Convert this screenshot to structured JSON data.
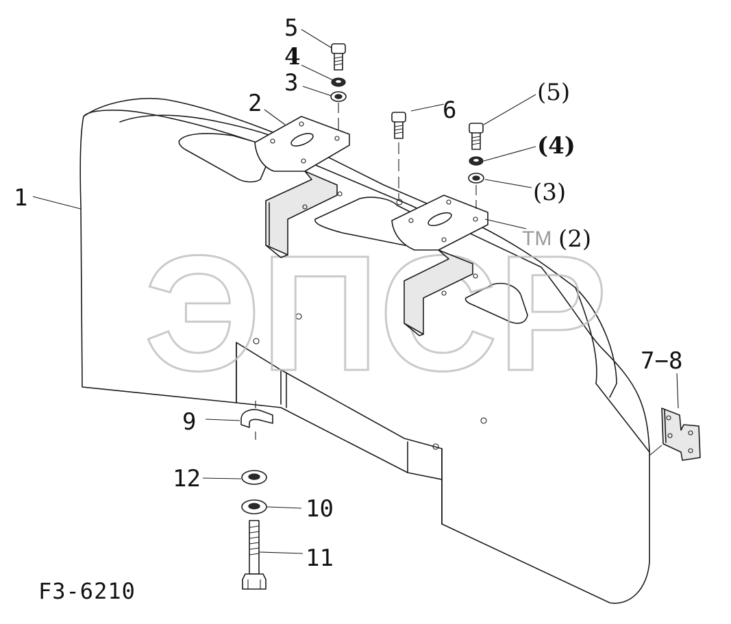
{
  "diagram": {
    "drawing_code": "F3-6210",
    "watermark": {
      "text": "ЭПСР",
      "trademark": "TM"
    },
    "labels": {
      "part_1": "1",
      "part_2": "2",
      "part_3": "3",
      "part_4": "4",
      "part_5": "5",
      "part_6": "6",
      "part_7_8": "7−8",
      "part_9": "9",
      "part_10": "10",
      "part_11": "11",
      "part_12": "12",
      "part_2_alt": "(2)",
      "part_3_alt": "(3)",
      "part_4_alt": "(4)",
      "part_5_alt": "(5)"
    },
    "colors": {
      "line": "#1a1a1a",
      "watermark": "#bdbdbd",
      "background": "#ffffff"
    }
  }
}
